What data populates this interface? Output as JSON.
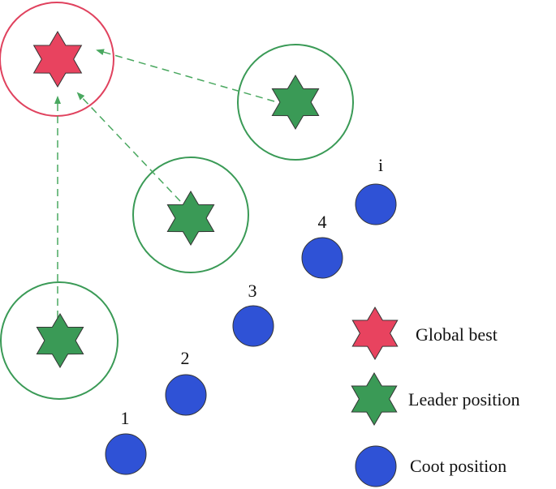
{
  "colors": {
    "global_best": "#e8435f",
    "leader": "#3a9a56",
    "coot": "#2f52d6",
    "circle_global": "#e0425e",
    "circle_leader": "#3a9a56",
    "arrow": "#4aa860",
    "outline": "#333333"
  },
  "coot_labels": [
    "1",
    "2",
    "3",
    "4",
    "i"
  ],
  "legend": {
    "global_best": "Global best",
    "leader": "Leader position",
    "coot": "Coot position"
  }
}
